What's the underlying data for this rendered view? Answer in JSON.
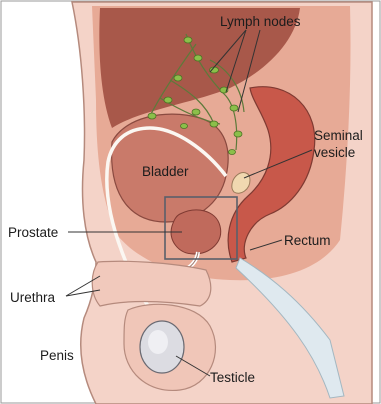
{
  "labels": {
    "lymph_nodes": "Lymph nodes",
    "seminal_vesicle_line1": "Seminal",
    "seminal_vesicle_line2": "vesicle",
    "bladder": "Bladder",
    "prostate": "Prostate",
    "rectum": "Rectum",
    "urethra": "Urethra",
    "penis": "Penis",
    "testicle": "Testicle"
  },
  "colors": {
    "skin": "#f4d3c8",
    "tissue": "#e5a590",
    "bladder": "#c97a6a",
    "rectum": "#c8584a",
    "lymph": "#8bbf4a",
    "outline": "#3d3d3d"
  }
}
